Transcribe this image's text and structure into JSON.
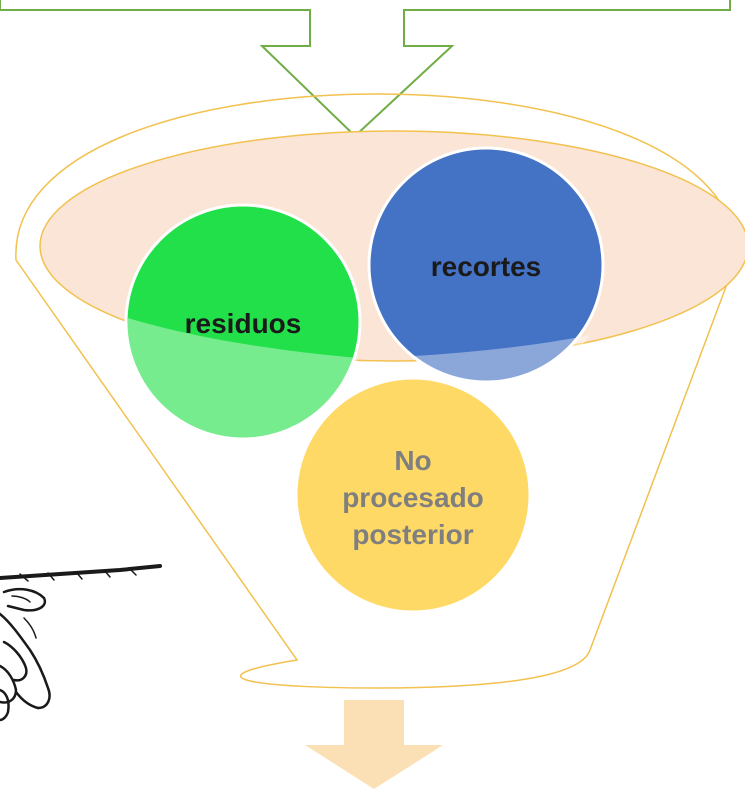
{
  "diagram": {
    "circles": [
      {
        "id": "residuos",
        "lines": [
          "residuos"
        ],
        "fill": "#22e04a",
        "text_color": "#1a1a1a"
      },
      {
        "id": "recortes",
        "lines": [
          "recortes"
        ],
        "fill": "#4472c4",
        "text_color": "#1a1a1a"
      },
      {
        "id": "no-procesado",
        "lines": [
          "No",
          "procesado",
          "posterior"
        ],
        "fill": "#ffd966",
        "text_color": "#7f7f7f"
      }
    ],
    "colors": {
      "top_arrow_stroke": "#70ad47",
      "funnel_stroke": "#f2c14e",
      "funnel_rim_fill": "#fbe5d6",
      "bottom_arrow_fill": "#fbe0b5",
      "hand_ink": "#1a1a1a"
    },
    "icons": {
      "top": "down-arrow-outline-icon",
      "bottom": "down-arrow-icon",
      "hand": "pointing-hand-icon"
    }
  }
}
